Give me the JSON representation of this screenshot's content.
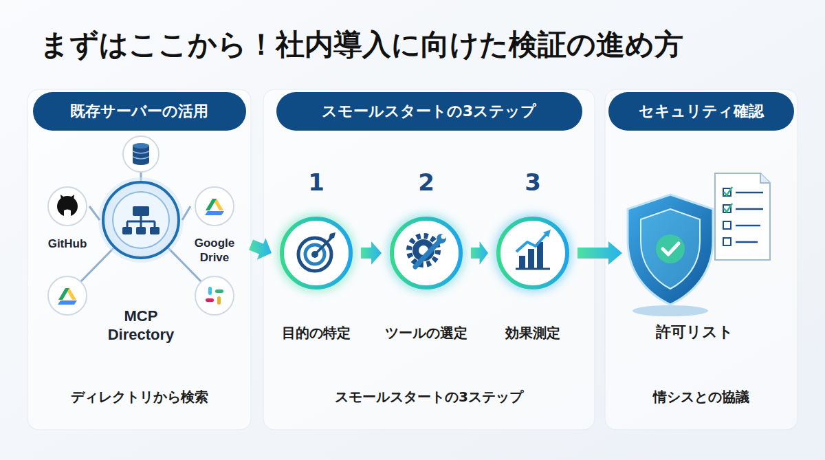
{
  "diagram": {
    "title": "まずはここから！社内導入に向けた検証の進め方",
    "nodes": [
      {
        "text": [
          "既存サーバーの活用",
          "ディレクトリから検索"
        ]
      },
      {
        "text": [
          "MCP Directory"
        ],
        "in": 0
      },
      {
        "text": [
          "GitHub"
        ],
        "in": 0
      },
      {
        "text": [
          "Google Drive"
        ],
        "in": 0
      },
      {
        "text": [
          "スモールスタートの3ステップ",
          "スモールスタートの3ステップ"
        ]
      },
      {
        "text": [
          "1",
          "目的の特定"
        ],
        "in": 4
      },
      {
        "text": [
          "2",
          "ツールの選定"
        ],
        "in": 4
      },
      {
        "text": [
          "3",
          "効果測定"
        ],
        "in": 4
      },
      {
        "text": [
          "セキュリティ確認",
          "情シスとの協議"
        ]
      },
      {
        "text": [
          "許可リスト"
        ],
        "in": 8
      }
    ],
    "edges": [
      {
        "from": 1,
        "to": 2,
        "arrow": "none"
      },
      {
        "from": 1,
        "to": 3,
        "arrow": "none"
      },
      {
        "from": 0,
        "to": 5,
        "arrow": "to"
      },
      {
        "from": 5,
        "to": 6,
        "arrow": "to"
      },
      {
        "from": 6,
        "to": 7,
        "arrow": "to"
      },
      {
        "from": 7,
        "to": 9,
        "arrow": "to"
      }
    ]
  }
}
